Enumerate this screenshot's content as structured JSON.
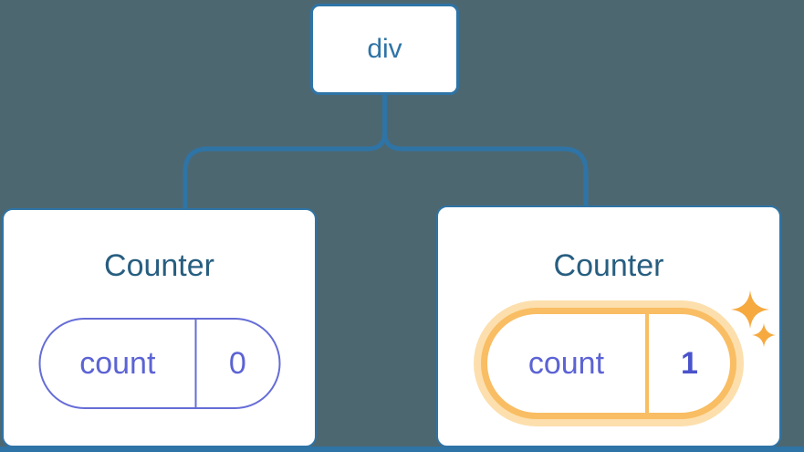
{
  "root_node": {
    "label": "div"
  },
  "cards": [
    {
      "title": "Counter",
      "state_key": "count",
      "state_value": "0",
      "highlighted": false
    },
    {
      "title": "Counter",
      "state_key": "count",
      "state_value": "1",
      "highlighted": true
    }
  ],
  "colors": {
    "background": "#4d6771",
    "connector_blue": "#2e74a6",
    "title_blue": "#275e80",
    "state_purple": "#5c63d4",
    "state_value_bold_purple": "#4a53cb",
    "pill_border_purple": "#666dd6",
    "highlight_orange": "#f9bd63",
    "highlight_glow": "#fcdfad",
    "sparkle_orange": "#f6a93f",
    "card_background": "#ffffff"
  }
}
